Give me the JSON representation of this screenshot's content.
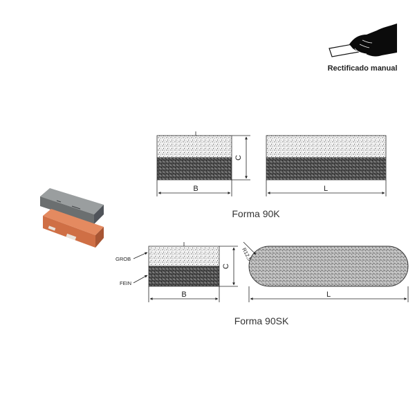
{
  "badge": {
    "label": "Rectificado manual",
    "icon": "hand-holding-stone-icon"
  },
  "product_photo": {
    "icon": "abrasive-stones-photo",
    "colors": {
      "grey_stone": "#7b7f80",
      "orange_stone": "#d9794f"
    }
  },
  "forma_90k": {
    "caption": "Forma 90K",
    "dim_b": "B",
    "dim_c": "C",
    "dim_l": "L"
  },
  "forma_90sk": {
    "caption": "Forma 90SK",
    "label_coarse": "GROB",
    "label_fine": "FEIN",
    "dim_b": "B",
    "dim_c": "C",
    "dim_l": "L",
    "radius": "R12,5"
  }
}
